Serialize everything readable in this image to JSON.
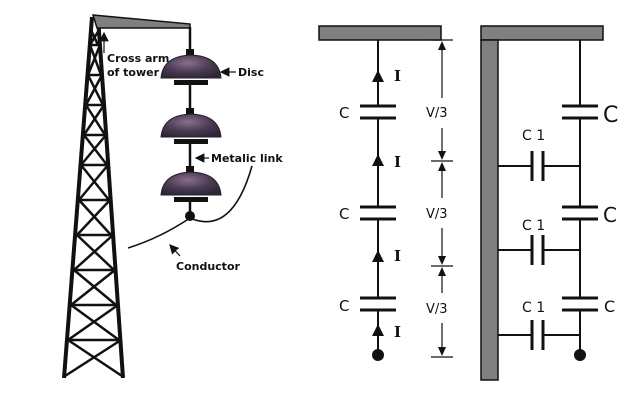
{
  "left_figure": {
    "labels": {
      "cross_arm": [
        "Cross arm",
        "of tower"
      ],
      "disc": "Disc",
      "metalic_link": "Metalic link",
      "conductor": "Conductor"
    }
  },
  "middle_figure": {
    "capacitor_labels": [
      "C",
      "C",
      "C"
    ],
    "current_labels": [
      "I",
      "I",
      "I",
      "I"
    ],
    "voltage_labels": [
      "V/3",
      "V/3",
      "V/3"
    ]
  },
  "right_figure": {
    "series_capacitor_labels": [
      "C",
      "C",
      "C"
    ],
    "shunt_capacitor_labels": [
      "C1",
      "C1",
      "C1"
    ]
  },
  "colors": {
    "line": "#111111",
    "tower_arm": "#7f7f7f",
    "disc_dark": "#2e2638",
    "disc_light": "#8a6f8e",
    "bar_gray": "#808080"
  }
}
